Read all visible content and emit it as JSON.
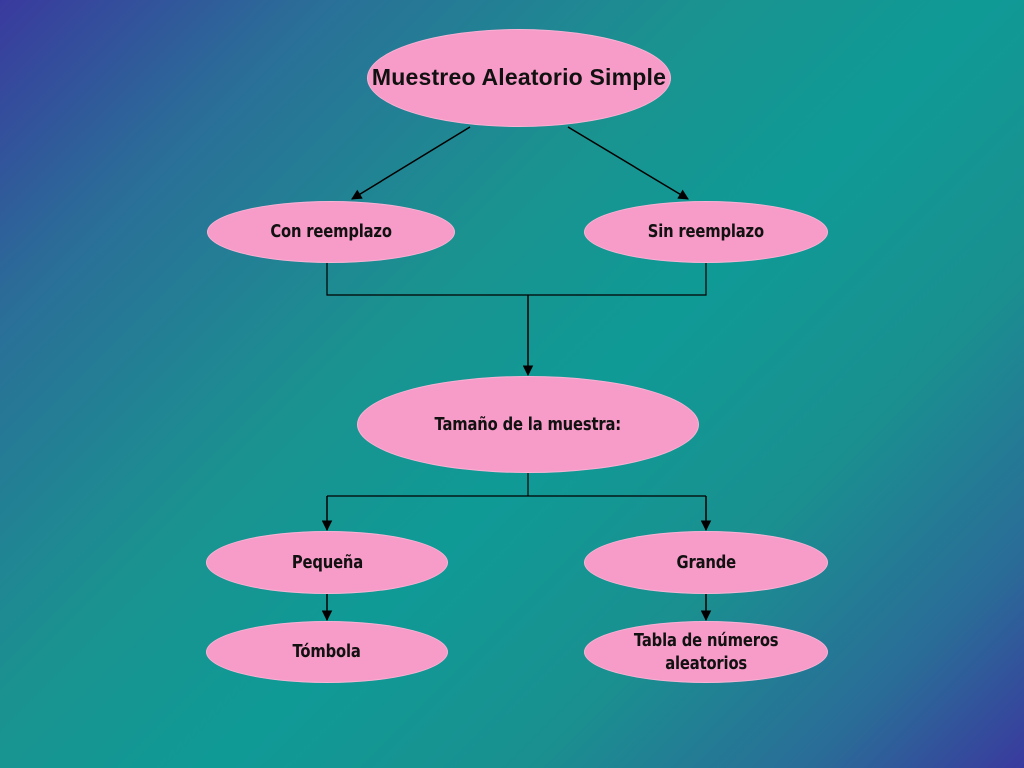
{
  "diagram": {
    "title": "Muestreo Aleatorio Simple",
    "nodes": {
      "con_reemplazo": "Con reemplazo",
      "sin_reemplazo": "Sin reemplazo",
      "tamano": "Tamaño de la muestra:",
      "pequena": "Pequeña",
      "grande": "Grande",
      "tombola": "Tómbola",
      "tabla": "Tabla de números\naleatorios"
    }
  },
  "colors": {
    "node_fill": "#f79bc8",
    "connector": "#000000"
  }
}
